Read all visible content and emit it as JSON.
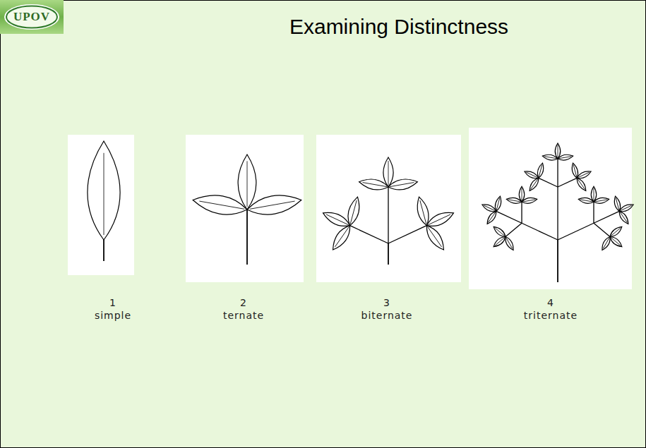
{
  "diagram": {
    "title": "Examining Distinctness",
    "nodes": [
      {
        "text": [
          "UPOV"
        ]
      },
      {
        "text": [
          "1",
          "simple"
        ]
      },
      {
        "text": [
          "2",
          "ternate"
        ]
      },
      {
        "text": [
          "3",
          "biternate"
        ]
      },
      {
        "text": [
          "4",
          "triternate"
        ]
      }
    ]
  }
}
